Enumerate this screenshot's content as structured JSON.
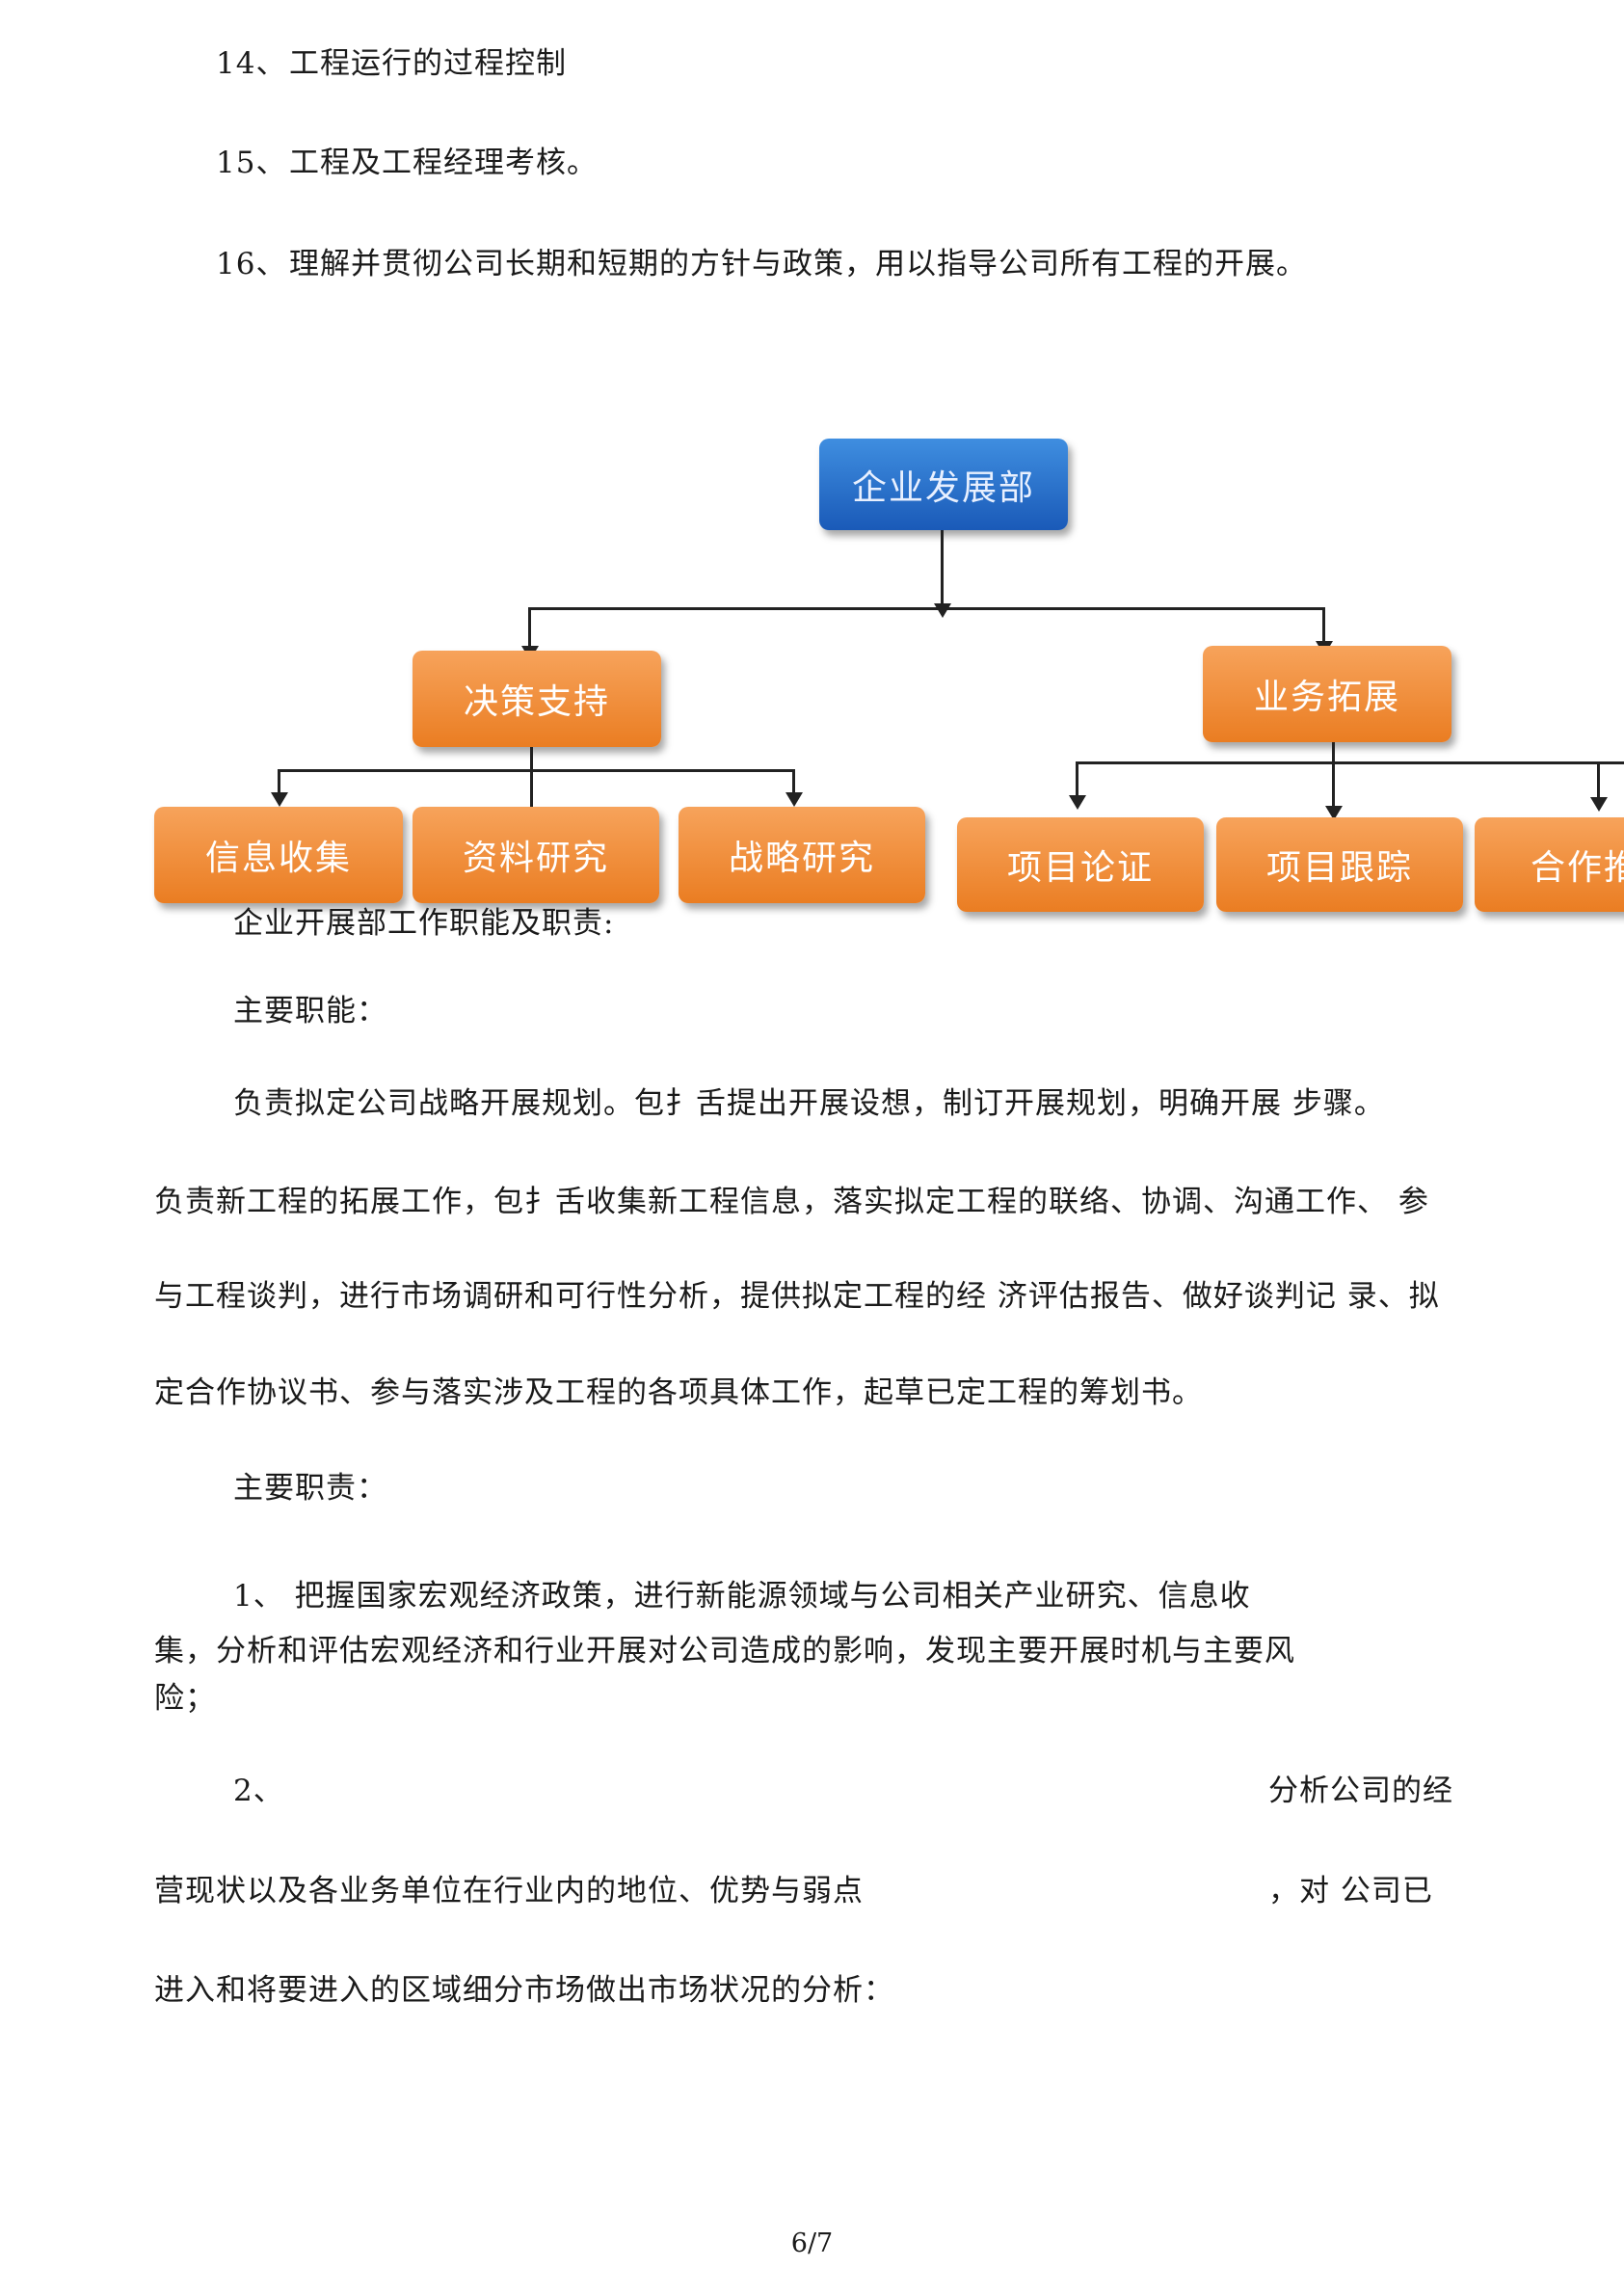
{
  "top_list": [
    {
      "num": "14、",
      "text": "工程运行的过程控制"
    },
    {
      "num": "15、",
      "text": "工程及工程经理考核。"
    },
    {
      "num": "16、",
      "text": "理解并贯彻公司长期和短期的方针与政策，用以指导公司所有工程的开展。"
    }
  ],
  "org_chart": {
    "root": "企业发展部",
    "left_branch": {
      "label": "决策支持",
      "children": [
        "信息收集",
        "资料研究",
        "战略研究"
      ]
    },
    "right_branch": {
      "label": "业务拓展",
      "children": [
        "项目论证",
        "项目跟踪",
        "合作推"
      ]
    },
    "colors": {
      "root": "#2a6fcc",
      "nodes": "#f08a30",
      "lines": "#222222"
    }
  },
  "body": {
    "section_title": "企业开展部工作职能及职责:",
    "functions_heading": "主要职能：",
    "functions_lines": [
      "负责拟定公司战略开展规划。包扌舌提出开展设想，制订开展规划，明确开展 步骤。",
      "负责新工程的拓展工作，包扌舌收集新工程信息，落实拟定工程的联络、协调、沟通工作、  参",
      "与工程谈判，进行市场调研和可行性分析，提供拟定工程的经 济评估报告、做好谈判记 录、拟",
      "定合作协议书、参与落实涉及工程的各项具体工作，起草已定工程的筹划书。"
    ],
    "duties_heading": "主要职责：",
    "duty1_lines": [
      "1、 把握国家宏观经济政策，进行新能源领域与公司相关产业研究、信息收",
      "集，分析和评估宏观经济和行业开展对公司造成的影响，发现主要开展时机与主要风",
      "险；"
    ],
    "duty2_num": "2、",
    "duty2_right": "分析公司的经",
    "duty2_line2_left": "营现状以及各业务单位在行业内的地位、优势与弱点",
    "duty2_line2_right": "，对 公司已",
    "duty2_line3": "进入和将要进入的区域细分市场做出市场状况的分析："
  },
  "footer": {
    "page": "6/7"
  }
}
